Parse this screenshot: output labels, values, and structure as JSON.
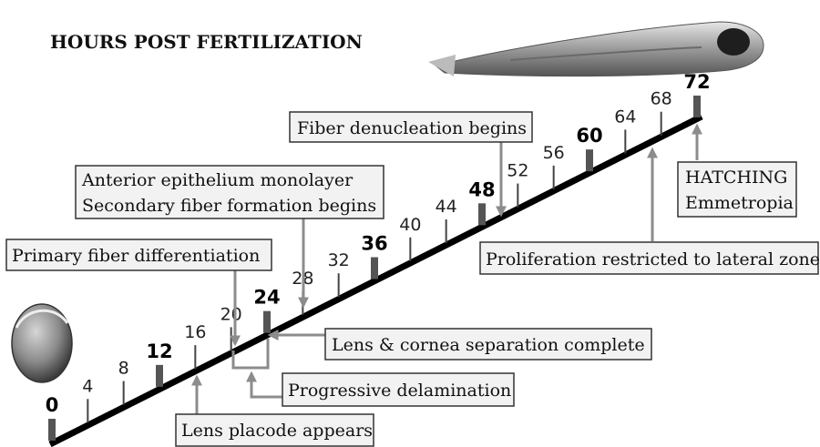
{
  "title": "HOURS POST FERTILIZATION",
  "timeline": {
    "ticks": [
      {
        "hour": "0",
        "major": true
      },
      {
        "hour": "4",
        "major": false
      },
      {
        "hour": "8",
        "major": false
      },
      {
        "hour": "12",
        "major": true
      },
      {
        "hour": "16",
        "major": false
      },
      {
        "hour": "20",
        "major": false
      },
      {
        "hour": "24",
        "major": true
      },
      {
        "hour": "28",
        "major": false
      },
      {
        "hour": "32",
        "major": false
      },
      {
        "hour": "36",
        "major": true
      },
      {
        "hour": "40",
        "major": false
      },
      {
        "hour": "44",
        "major": false
      },
      {
        "hour": "48",
        "major": true
      },
      {
        "hour": "52",
        "major": false
      },
      {
        "hour": "56",
        "major": false
      },
      {
        "hour": "60",
        "major": true
      },
      {
        "hour": "64",
        "major": false
      },
      {
        "hour": "68",
        "major": false
      },
      {
        "hour": "72",
        "major": true
      }
    ]
  },
  "events": {
    "fiber_denucleation": "Fiber denucleation begins",
    "anterior_epithelium_line1": "Anterior epithelium monolayer",
    "anterior_epithelium_line2": "Secondary fiber formation begins",
    "primary_fiber": "Primary fiber differentiation",
    "lens_cornea": "Lens & cornea separation complete",
    "delamination": "Progressive delamination",
    "lens_placode": "Lens placode appears",
    "proliferation": "Proliferation restricted to lateral zone",
    "hatching_line1": "HATCHING",
    "hatching_line2": "Emmetropia"
  },
  "images": {
    "embryo": "zebrafish-embryo-image",
    "larva": "zebrafish-larva-image"
  }
}
